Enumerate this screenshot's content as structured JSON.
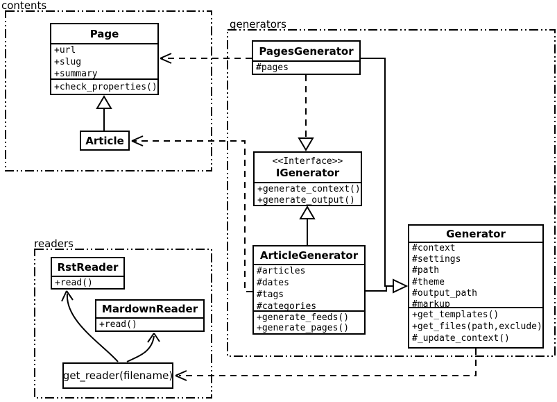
{
  "packages": {
    "contents": {
      "label": "contents"
    },
    "generators": {
      "label": "generators"
    },
    "readers": {
      "label": "readers"
    }
  },
  "classes": {
    "page": {
      "name": "Page",
      "attributes": [
        "+url",
        "+slug",
        "+summary"
      ],
      "methods": [
        "+check_properties()"
      ]
    },
    "article": {
      "name": "Article"
    },
    "pages_generator": {
      "name": "PagesGenerator",
      "attributes": [
        "#pages"
      ]
    },
    "igenerator": {
      "stereotype": "<<Interface>>",
      "name": "IGenerator",
      "methods": [
        "+generate_context()",
        "+generate_output()"
      ]
    },
    "article_generator": {
      "name": "ArticleGenerator",
      "attributes": [
        "#articles",
        "#dates",
        "#tags",
        "#categories"
      ],
      "methods": [
        "+generate_feeds()",
        "+generate_pages()"
      ]
    },
    "generator": {
      "name": "Generator",
      "attributes": [
        "#context",
        "#settings",
        "#path",
        "#theme",
        "#output_path",
        "#markup"
      ],
      "methods": [
        "+get_templates()",
        "+get_files(path,exclude)",
        "#_update_context()"
      ]
    },
    "rst_reader": {
      "name": "RstReader",
      "methods": [
        "+read()"
      ]
    },
    "mardown_reader": {
      "name": "MardownReader",
      "methods": [
        "+read()"
      ]
    },
    "get_reader": {
      "label": "get_reader(filename)"
    }
  },
  "relationships": [
    {
      "from": "Article",
      "to": "Page",
      "type": "inheritance"
    },
    {
      "from": "PagesGenerator",
      "to": "Page",
      "type": "dependency"
    },
    {
      "from": "ArticleGenerator",
      "to": "Article",
      "type": "dependency"
    },
    {
      "from": "PagesGenerator",
      "to": "IGenerator",
      "type": "realization"
    },
    {
      "from": "ArticleGenerator",
      "to": "IGenerator",
      "type": "inheritance"
    },
    {
      "from": "PagesGenerator",
      "to": "Generator",
      "type": "inheritance"
    },
    {
      "from": "ArticleGenerator",
      "to": "Generator",
      "type": "inheritance"
    },
    {
      "from": "Generator",
      "to": "get_reader(filename)",
      "type": "dependency"
    },
    {
      "from": "get_reader(filename)",
      "to": "RstReader",
      "type": "association"
    },
    {
      "from": "get_reader(filename)",
      "to": "MardownReader",
      "type": "association"
    }
  ],
  "colors": {
    "line": "#000000",
    "background": "#ffffff",
    "box_fill": "#ffffff"
  }
}
